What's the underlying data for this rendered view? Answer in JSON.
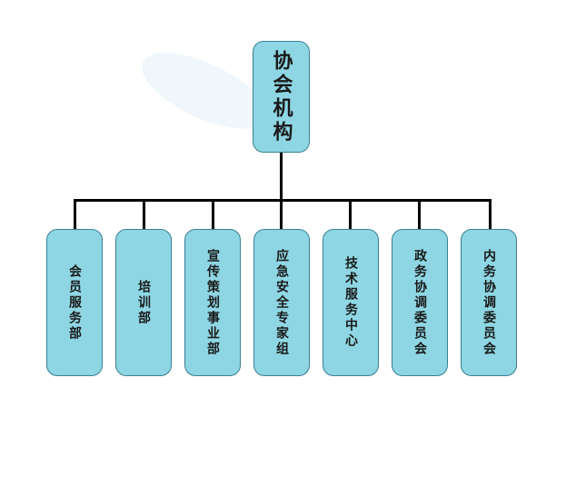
{
  "diagram": {
    "root": {
      "label": "协会机构"
    },
    "children": [
      {
        "label": "会员服务部"
      },
      {
        "label": "培训部"
      },
      {
        "label": "宣传策划事业部"
      },
      {
        "label": "应急安全专家组"
      },
      {
        "label": "技术服务中心"
      },
      {
        "label": "政务协调委员会"
      },
      {
        "label": "内务协调委员会"
      }
    ]
  },
  "colors": {
    "node_fill": "#8ed6e3",
    "node_border": "#3a7f92",
    "connector": "#000000",
    "text": "#1a1a1a"
  }
}
